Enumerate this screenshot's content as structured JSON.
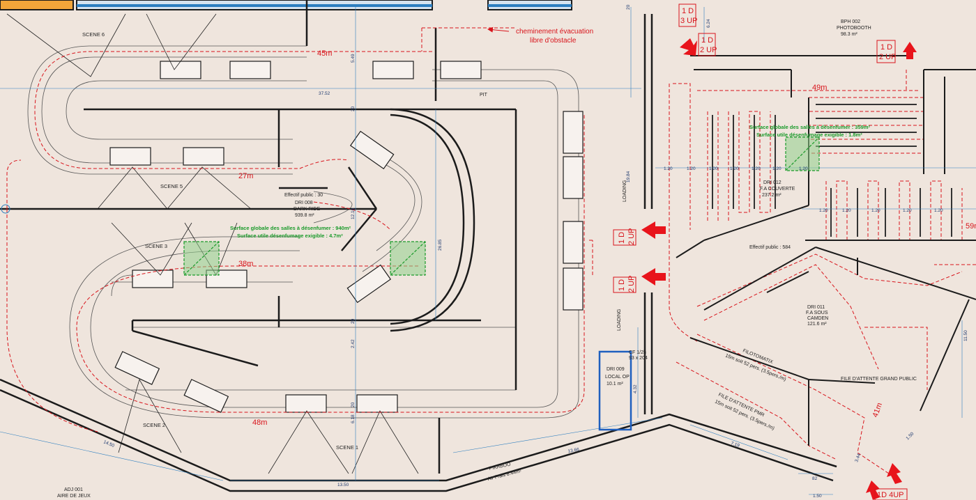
{
  "scenes": {
    "scene6": "SCENE 6",
    "scene5": "SCENE 5",
    "scene3": "SCENE 3",
    "scene2": "SCENE 2",
    "scene1": "SCENE 1"
  },
  "labels": {
    "pit": "PIT",
    "loading_top": "LOADING",
    "loading_bottom": "LOADING",
    "pikaboo": "PIKABOO",
    "air_frais": "Air Frais 8.44m²",
    "effectif_public_30": "Effectif public : 30",
    "effectif_public_584": "Effectif public : 584",
    "file_attente_grand_public": "FILE D'ATTENTE GRAND PUBLIC",
    "file_attente_pmr": "FILE D'ATTENTE PMR",
    "file_attente_pmr_sub": "15m soit 52 pers. (3.5pers./m)",
    "filotomatix": "FILOTOMATIX",
    "filotomatix_sub": "15m soit 52 pers. (3.5pers./m)",
    "cf": "CF 1/2h",
    "cf_dim": "93 x 204"
  },
  "rooms": {
    "dark_ride": {
      "code": "DRI 008",
      "name": "DARK RIDE",
      "area": "939.8 m²"
    },
    "fa_couverte": {
      "code": "DRI 012",
      "name": "F.A COUVERTE",
      "area": "237.2 m²"
    },
    "fa_sous_camden_code": "DRI 011",
    "fa_sous_camden_name1": "F.A SOUS",
    "fa_sous_camden_name2": "CAMDEN",
    "fa_sous_camden_area": "121.6 m²",
    "local_op": {
      "code": "DRI 009",
      "name": "LOCAL OP",
      "area": "10.1 m²"
    },
    "photobooth": {
      "code": "BPH 002",
      "name": "PHOTOBOOTH",
      "area": "98.3 m²"
    },
    "aire_de_jeux": {
      "code": "ADJ 001",
      "name": "AIRE DE JEUX"
    }
  },
  "surfaces": {
    "left_line1": "Surface globale des salles à désenfumer : 940m²",
    "left_line2": "Surface utile désenfumage exigible : 4.7m²",
    "right_line1": "Surface globale des salles à désenfumer : 359m²",
    "right_line2": "Surface utile désenfumage exigible : 1.8m²"
  },
  "evacuation": {
    "line1": "cheminement évacuation",
    "line2": "libre d'obstacle"
  },
  "red_distances": {
    "d45": "45m",
    "d27": "27m",
    "d38": "38m",
    "d48": "48m",
    "d49": "49m",
    "d41": "41m",
    "d59": "59m"
  },
  "exits": {
    "e1": [
      "1 D",
      "3 UP"
    ],
    "e2": [
      "1 D",
      "2 UP"
    ],
    "e3": [
      "1 D",
      "2 UP"
    ],
    "e4": [
      "1 D",
      "2 UP"
    ],
    "e5": [
      "1 D",
      "2 UP"
    ],
    "e6": "1D 4UP"
  },
  "dims": {
    "d3752": "37.52",
    "d2685": "26.85",
    "d1216": "12.16",
    "d549": "5.49",
    "d624": "6.24",
    "d20a": "20",
    "d20b": "20",
    "d20c": "20",
    "d20d": "20",
    "d242": "2.42",
    "d618": "6.18",
    "d432": "4.32",
    "d1450": "14.50",
    "d1366": "13.66",
    "d1350": "13.50",
    "d719": "7.19",
    "d344": "3.44",
    "d150a": "1.50",
    "d150b": "1.50",
    "d1150": "11.50",
    "d82": "82",
    "d1984": "19.84",
    "d120": "1.20"
  },
  "colors": {
    "background": "#efe5dd",
    "wall": "#1b1b1b",
    "evacuation_red": "#d8141b",
    "dimension_blue": "#2d7fc0",
    "smoke_green": "#1a9a2a"
  }
}
